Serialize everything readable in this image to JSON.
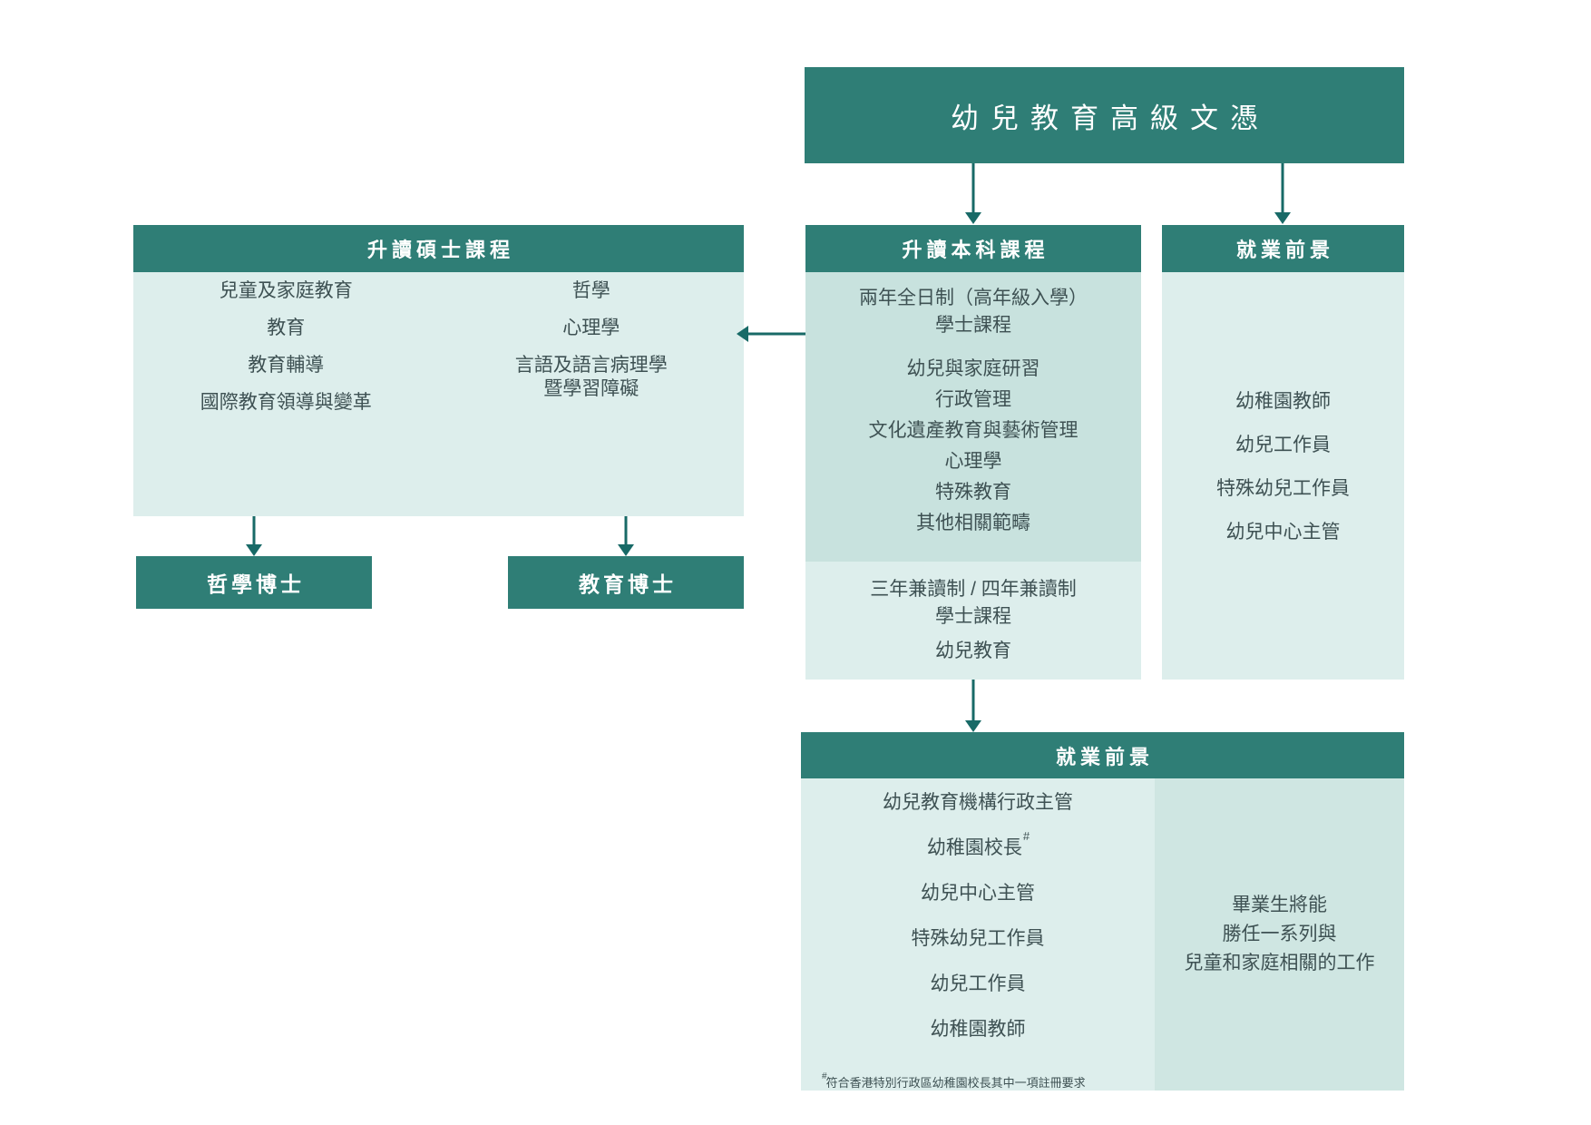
{
  "palette": {
    "teal_dark": "#2f7e76",
    "arrow": "#186a67",
    "body_light": "#ddeeec",
    "body_mid": "#c8e2de",
    "body_accent": "#cfe6e2",
    "text": "#3e5153"
  },
  "top_box": {
    "title": "幼兒教育高級文憑"
  },
  "masters_panel": {
    "header": "升讀碩士課程",
    "col1": [
      "兒童及家庭教育",
      "教育",
      "教育輔導",
      "國際教育領導與變革"
    ],
    "col2": [
      "哲學",
      "心理學",
      "言語及語言病理學",
      "暨學習障礙"
    ]
  },
  "phd_box": {
    "label": "哲學博士"
  },
  "edd_box": {
    "label": "教育博士"
  },
  "undergrad_panel": {
    "header": "升讀本科課程",
    "fulltime_intro": [
      "兩年全日制（高年級入學）",
      "學士課程"
    ],
    "fulltime_items": [
      "幼兒與家庭研習",
      "行政管理",
      "文化遺產教育與藝術管理",
      "心理學",
      "特殊教育",
      "其他相關範疇"
    ],
    "parttime_intro": [
      "三年兼讀制 / 四年兼讀制",
      "學士課程"
    ],
    "parttime_items": [
      "幼兒教育"
    ]
  },
  "career_panel": {
    "header": "就業前景",
    "items": [
      "幼稚園教師",
      "幼兒工作員",
      "特殊幼兒工作員",
      "幼兒中心主管"
    ]
  },
  "graduate_career_panel": {
    "header": "就業前景",
    "roles": [
      "幼兒教育機構行政主管",
      "幼稚園校長",
      "幼兒中心主管",
      "特殊幼兒工作員",
      "幼兒工作員",
      "幼稚園教師"
    ],
    "principal_note_marker": "#",
    "summary_lines": [
      "畢業生將能",
      "勝任一系列與",
      "兒童和家庭相關的工作"
    ],
    "footnote_marker": "#",
    "footnote_text": "符合香港特別行政區幼稚園校長其中一項註冊要求"
  }
}
